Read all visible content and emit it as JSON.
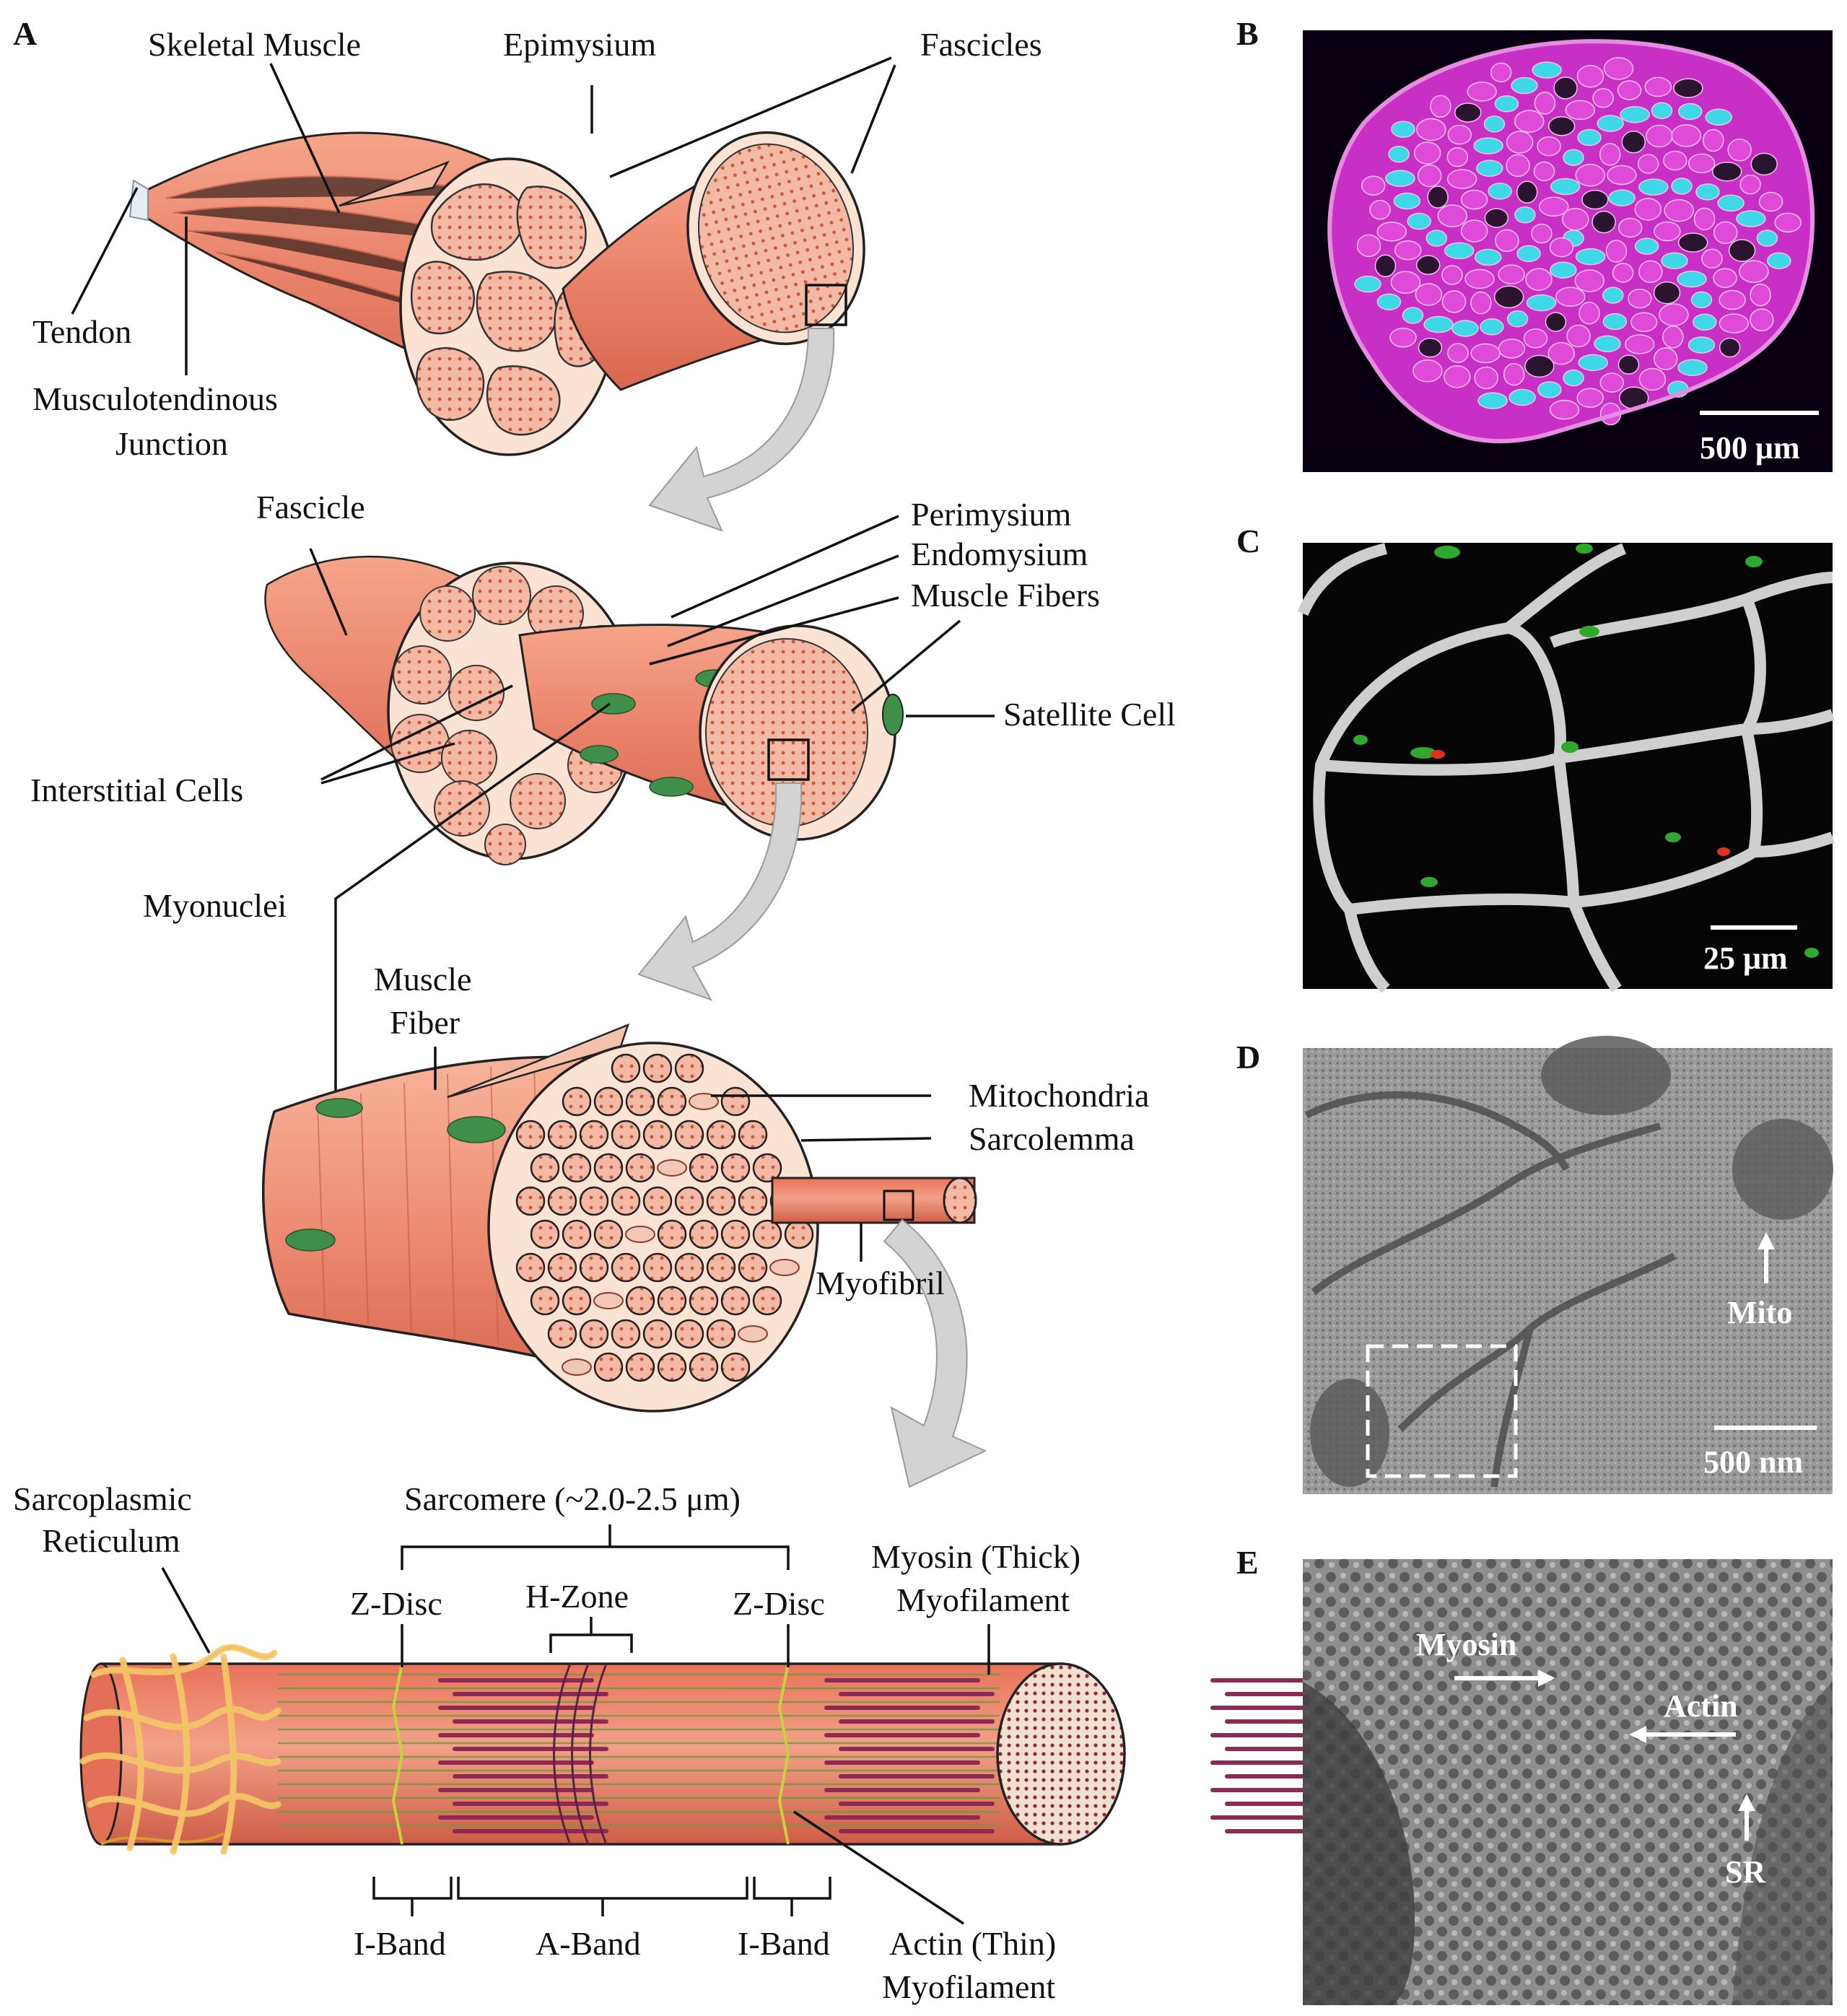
{
  "panels": {
    "A": "A",
    "B": "B",
    "C": "C",
    "D": "D",
    "E": "E"
  },
  "labels": {
    "skeletal_muscle": "Skeletal Muscle",
    "epimysium": "Epimysium",
    "fascicles": "Fascicles",
    "tendon": "Tendon",
    "mtj_1": "Musculotendinous",
    "mtj_2": "Junction",
    "fascicle": "Fascicle",
    "perimysium": "Perimysium",
    "endomysium": "Endomysium",
    "muscle_fibers": "Muscle Fibers",
    "satellite_cell": "Satellite Cell",
    "interstitial_cells": "Interstitial Cells",
    "myonuclei": "Myonuclei",
    "muscle_fiber_1": "Muscle",
    "muscle_fiber_2": "Fiber",
    "mitochondria": "Mitochondria",
    "sarcolemma": "Sarcolemma",
    "myofibril": "Myofibril",
    "sr_1": "Sarcoplasmic",
    "sr_2": "Reticulum",
    "sarcomere": "Sarcomere (~2.0-2.5 μm)",
    "z_disc_left": "Z-Disc",
    "h_zone": "H-Zone",
    "z_disc_right": "Z-Disc",
    "myosin_1": "Myosin (Thick)",
    "myosin_2": "Myofilament",
    "i_band_left": "I-Band",
    "a_band": "A-Band",
    "i_band_right": "I-Band",
    "actin_1": "Actin (Thin)",
    "actin_2": "Myofilament"
  },
  "micrographs": {
    "B": {
      "scale_bar": "500 μm"
    },
    "C": {
      "scale_bar": "25 μm"
    },
    "D": {
      "scale_bar": "500 nm",
      "arrow_mito": "Mito"
    },
    "E": {
      "arrow_myosin": "Myosin",
      "arrow_actin": "Actin",
      "arrow_sr": "SR"
    }
  },
  "colors": {
    "muscle": "#ec8f74",
    "muscle_dark": "#c8563c",
    "fascicle_fill": "#f4a98c",
    "connective": "#fbe3d3",
    "nucleus": "#3f8f4a",
    "sr": "#f4c060",
    "magenta": "#d63ad0",
    "cyan": "#40d8e8"
  }
}
